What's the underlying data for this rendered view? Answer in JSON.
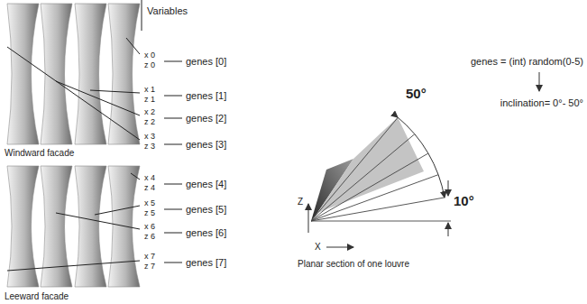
{
  "diagram": {
    "labels": [
      "Variables",
      "x 0",
      "z 0",
      "genes [0]",
      "x 1",
      "z 1",
      "genes [1]",
      "x 2",
      "z 2",
      "genes [2]",
      "x 3",
      "z 3",
      "genes [3]",
      "Windward facade",
      "x 4",
      "z 4",
      "genes [4]",
      "x 5",
      "z 5",
      "genes [5]",
      "x 6",
      "z 6",
      "genes [6]",
      "x 7",
      "z 7",
      "genes [7]",
      "Leeward facade",
      "50°",
      "10°",
      "Z",
      "X",
      "Planar section of one louvre",
      "genes = (int) random(0-5)",
      "inclination= 0°- 50°"
    ]
  }
}
